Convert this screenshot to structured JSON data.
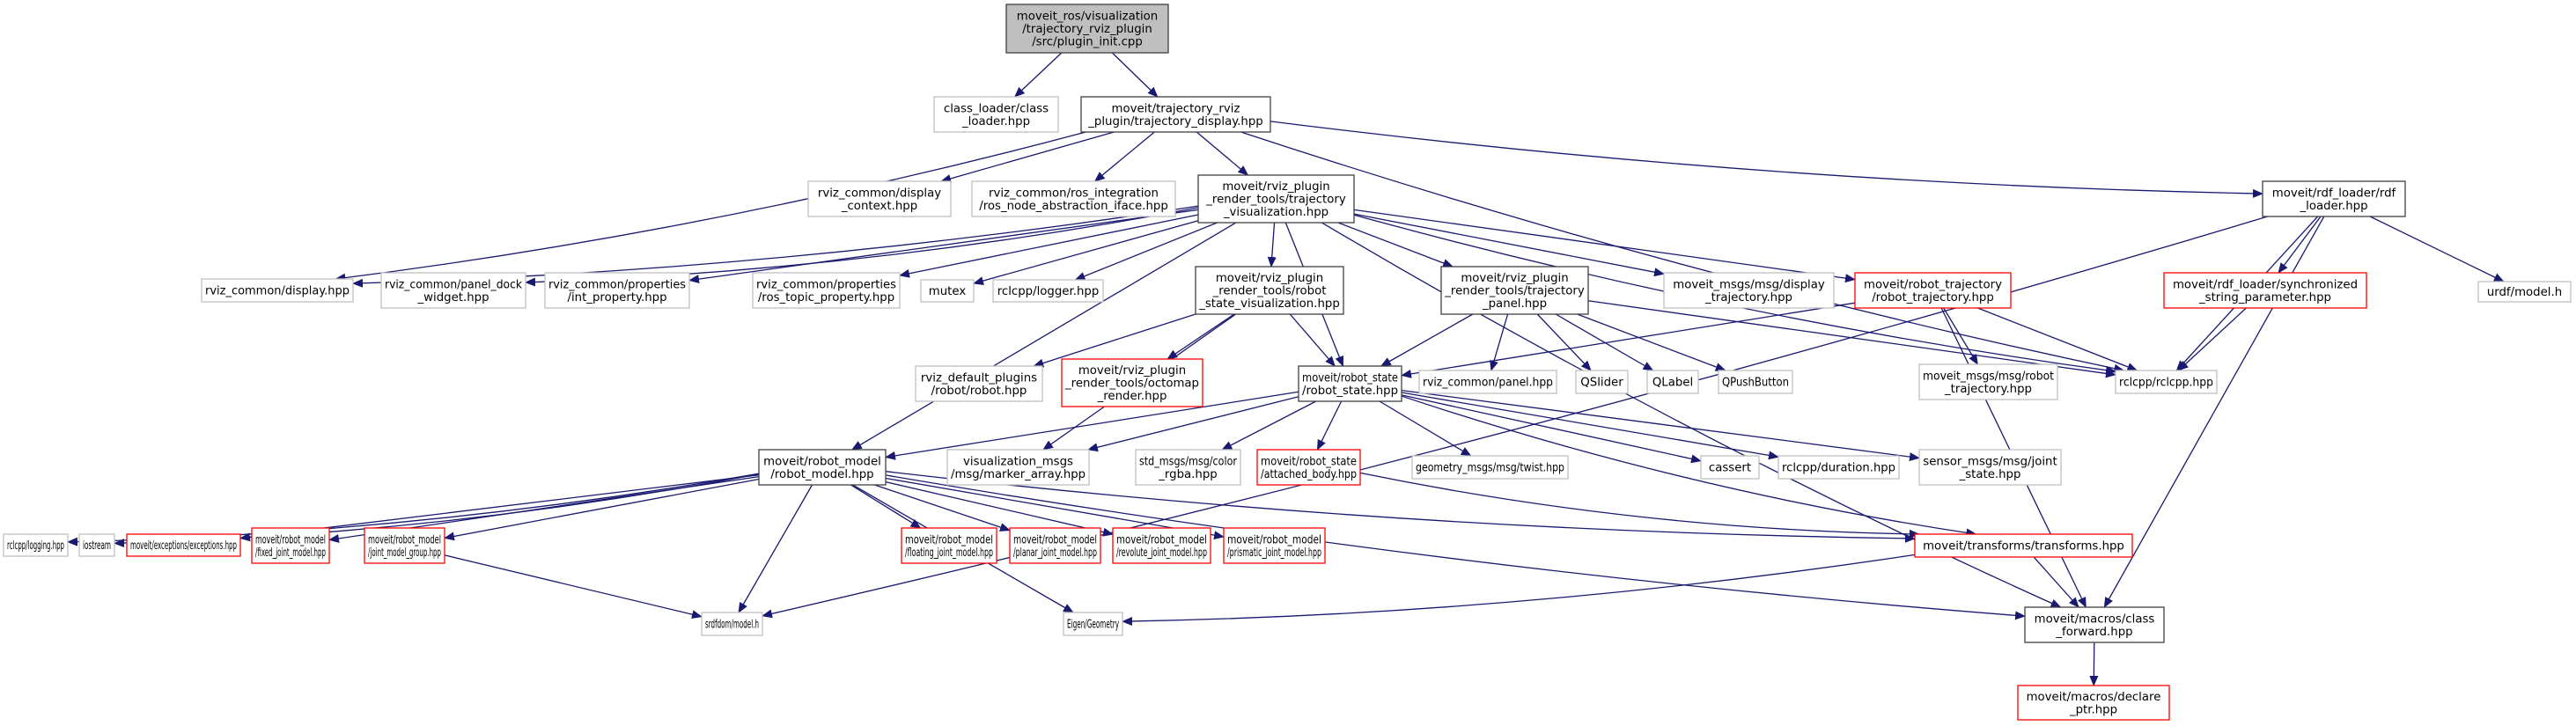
{
  "title": "moveit_ros/visualization/trajectory_rviz_plugin/src/plugin_init.cpp",
  "colors": {
    "edge": "#191970",
    "root_fill": "#bfbfbf",
    "root_border": "#404040",
    "documented_border": "#404040",
    "undocumented_border": "#bfbfbf",
    "truncated_border": "#ff0000",
    "node_fill": "#ffffff"
  },
  "legend_kinds": [
    "root",
    "documented",
    "external",
    "truncated"
  ],
  "nodes": [
    {
      "id": "root",
      "kind": "root",
      "lines": [
        "moveit_ros/visualization",
        "/trajectory_rviz_plugin",
        "/src/plugin_init.cpp"
      ]
    },
    {
      "id": "class_loader",
      "kind": "external",
      "lines": [
        "class_loader/class",
        "_loader.hpp"
      ]
    },
    {
      "id": "traj_display",
      "kind": "documented",
      "lines": [
        "moveit/trajectory_rviz",
        "_plugin/trajectory_display.hpp"
      ]
    },
    {
      "id": "display_context",
      "kind": "external",
      "lines": [
        "rviz_common/display",
        "_context.hpp"
      ]
    },
    {
      "id": "ros_node_iface",
      "kind": "external",
      "lines": [
        "rviz_common/ros_integration",
        "/ros_node_abstraction_iface.hpp"
      ]
    },
    {
      "id": "traj_vis",
      "kind": "documented",
      "lines": [
        "moveit/rviz_plugin",
        "_render_tools/trajectory",
        "_visualization.hpp"
      ]
    },
    {
      "id": "rdf_loader",
      "kind": "documented",
      "lines": [
        "moveit/rdf_loader/rdf",
        "_loader.hpp"
      ]
    },
    {
      "id": "display",
      "kind": "external",
      "lines": [
        "rviz_common/display.hpp"
      ]
    },
    {
      "id": "panel_dock",
      "kind": "external",
      "lines": [
        "rviz_common/panel_dock",
        "_widget.hpp"
      ]
    },
    {
      "id": "int_property",
      "kind": "external",
      "lines": [
        "rviz_common/properties",
        "/int_property.hpp"
      ]
    },
    {
      "id": "ros_topic_property",
      "kind": "external",
      "lines": [
        "rviz_common/properties",
        "/ros_topic_property.hpp"
      ]
    },
    {
      "id": "mutex",
      "kind": "external",
      "lines": [
        "mutex"
      ]
    },
    {
      "id": "logger",
      "kind": "external",
      "lines": [
        "rclcpp/logger.hpp"
      ]
    },
    {
      "id": "robot_state_vis",
      "kind": "documented",
      "lines": [
        "moveit/rviz_plugin",
        "_render_tools/robot",
        "_state_visualization.hpp"
      ]
    },
    {
      "id": "traj_panel",
      "kind": "documented",
      "lines": [
        "moveit/rviz_plugin",
        "_render_tools/trajectory",
        "_panel.hpp"
      ]
    },
    {
      "id": "display_traj_msg",
      "kind": "external",
      "lines": [
        "moveit_msgs/msg/display",
        "_trajectory.hpp"
      ]
    },
    {
      "id": "robot_traj",
      "kind": "truncated",
      "lines": [
        "moveit/robot_trajectory",
        "/robot_trajectory.hpp"
      ]
    },
    {
      "id": "sync_string",
      "kind": "truncated",
      "lines": [
        "moveit/rdf_loader/synchronized",
        "_string_parameter.hpp"
      ]
    },
    {
      "id": "urdf_model",
      "kind": "external",
      "lines": [
        "urdf/model.h"
      ]
    },
    {
      "id": "robot_hpp",
      "kind": "external",
      "lines": [
        "rviz_default_plugins",
        "/robot/robot.hpp"
      ]
    },
    {
      "id": "octomap_render",
      "kind": "truncated",
      "lines": [
        "moveit/rviz_plugin",
        "_render_tools/octomap",
        "_render.hpp"
      ]
    },
    {
      "id": "robot_state",
      "kind": "documented",
      "lines": [
        "moveit/robot_state",
        "/robot_state.hpp"
      ]
    },
    {
      "id": "panel",
      "kind": "external",
      "lines": [
        "rviz_common/panel.hpp"
      ]
    },
    {
      "id": "qslider",
      "kind": "external",
      "lines": [
        "QSlider"
      ]
    },
    {
      "id": "qlabel",
      "kind": "external",
      "lines": [
        "QLabel"
      ]
    },
    {
      "id": "qpushbutton",
      "kind": "external",
      "lines": [
        "QPushButton"
      ]
    },
    {
      "id": "robot_traj_msg",
      "kind": "external",
      "lines": [
        "moveit_msgs/msg/robot",
        "_trajectory.hpp"
      ]
    },
    {
      "id": "rclcpp",
      "kind": "external",
      "lines": [
        "rclcpp/rclcpp.hpp"
      ]
    },
    {
      "id": "robot_model",
      "kind": "documented",
      "lines": [
        "moveit/robot_model",
        "/robot_model.hpp"
      ]
    },
    {
      "id": "marker_array",
      "kind": "external",
      "lines": [
        "visualization_msgs",
        "/msg/marker_array.hpp"
      ]
    },
    {
      "id": "color_rgba",
      "kind": "external",
      "lines": [
        "std_msgs/msg/color",
        "_rgba.hpp"
      ]
    },
    {
      "id": "attached_body",
      "kind": "truncated",
      "lines": [
        "moveit/robot_state",
        "/attached_body.hpp"
      ]
    },
    {
      "id": "twist",
      "kind": "external",
      "lines": [
        "geometry_msgs/msg/twist.hpp"
      ]
    },
    {
      "id": "cassert",
      "kind": "external",
      "lines": [
        "cassert"
      ]
    },
    {
      "id": "duration",
      "kind": "external",
      "lines": [
        "rclcpp/duration.hpp"
      ]
    },
    {
      "id": "joint_state",
      "kind": "external",
      "lines": [
        "sensor_msgs/msg/joint",
        "_state.hpp"
      ]
    },
    {
      "id": "logging",
      "kind": "external",
      "lines": [
        "rclcpp/logging.hpp"
      ]
    },
    {
      "id": "iostream",
      "kind": "external",
      "lines": [
        "iostream"
      ]
    },
    {
      "id": "exceptions",
      "kind": "truncated",
      "lines": [
        "moveit/exceptions/exceptions.hpp"
      ]
    },
    {
      "id": "fixed_joint",
      "kind": "truncated",
      "lines": [
        "moveit/robot_model",
        "/fixed_joint_model.hpp"
      ]
    },
    {
      "id": "joint_group",
      "kind": "truncated",
      "lines": [
        "moveit/robot_model",
        "/joint_model_group.hpp"
      ]
    },
    {
      "id": "floating_joint",
      "kind": "truncated",
      "lines": [
        "moveit/robot_model",
        "/floating_joint_model.hpp"
      ]
    },
    {
      "id": "planar_joint",
      "kind": "truncated",
      "lines": [
        "moveit/robot_model",
        "/planar_joint_model.hpp"
      ]
    },
    {
      "id": "revolute_joint",
      "kind": "truncated",
      "lines": [
        "moveit/robot_model",
        "/revolute_joint_model.hpp"
      ]
    },
    {
      "id": "prismatic_joint",
      "kind": "truncated",
      "lines": [
        "moveit/robot_model",
        "/prismatic_joint_model.hpp"
      ]
    },
    {
      "id": "transforms",
      "kind": "truncated",
      "lines": [
        "moveit/transforms/transforms.hpp"
      ]
    },
    {
      "id": "srdf_model",
      "kind": "external",
      "lines": [
        "srdfdom/model.h"
      ]
    },
    {
      "id": "eigen_geometry",
      "kind": "external",
      "lines": [
        "Eigen/Geometry"
      ]
    },
    {
      "id": "class_forward",
      "kind": "documented",
      "lines": [
        "moveit/macros/class",
        "_forward.hpp"
      ]
    },
    {
      "id": "declare_ptr",
      "kind": "truncated",
      "lines": [
        "moveit/macros/declare",
        "_ptr.hpp"
      ]
    }
  ],
  "edges": [
    [
      "root",
      "class_loader"
    ],
    [
      "root",
      "traj_display"
    ],
    [
      "traj_display",
      "display"
    ],
    [
      "traj_display",
      "display_context"
    ],
    [
      "traj_display",
      "ros_node_iface"
    ],
    [
      "traj_display",
      "traj_vis"
    ],
    [
      "traj_display",
      "rdf_loader"
    ],
    [
      "traj_display",
      "rclcpp"
    ],
    [
      "traj_vis",
      "display"
    ],
    [
      "traj_vis",
      "panel_dock"
    ],
    [
      "traj_vis",
      "int_property"
    ],
    [
      "traj_vis",
      "ros_topic_property"
    ],
    [
      "traj_vis",
      "mutex"
    ],
    [
      "traj_vis",
      "logger"
    ],
    [
      "traj_vis",
      "robot_state_vis"
    ],
    [
      "traj_vis",
      "traj_panel"
    ],
    [
      "traj_vis",
      "display_traj_msg"
    ],
    [
      "traj_vis",
      "robot_traj"
    ],
    [
      "traj_vis",
      "rclcpp"
    ],
    [
      "traj_vis",
      "robot_model"
    ],
    [
      "traj_vis",
      "robot_state"
    ],
    [
      "traj_vis",
      "class_forward"
    ],
    [
      "rdf_loader",
      "sync_string"
    ],
    [
      "rdf_loader",
      "urdf_model"
    ],
    [
      "rdf_loader",
      "rclcpp"
    ],
    [
      "rdf_loader",
      "srdf_model"
    ],
    [
      "rdf_loader",
      "class_forward"
    ],
    [
      "sync_string",
      "rclcpp"
    ],
    [
      "robot_state_vis",
      "robot_hpp"
    ],
    [
      "robot_state_vis",
      "octomap_render"
    ],
    [
      "robot_state_vis",
      "robot_state"
    ],
    [
      "robot_state_vis",
      "marker_array"
    ],
    [
      "traj_panel",
      "robot_state"
    ],
    [
      "traj_panel",
      "panel"
    ],
    [
      "traj_panel",
      "qslider"
    ],
    [
      "traj_panel",
      "qlabel"
    ],
    [
      "traj_panel",
      "qpushbutton"
    ],
    [
      "traj_panel",
      "rclcpp"
    ],
    [
      "robot_traj",
      "robot_state"
    ],
    [
      "robot_traj",
      "robot_traj_msg"
    ],
    [
      "robot_traj",
      "rclcpp"
    ],
    [
      "robot_traj",
      "class_forward"
    ],
    [
      "robot_state",
      "robot_model"
    ],
    [
      "robot_state",
      "marker_array"
    ],
    [
      "robot_state",
      "color_rgba"
    ],
    [
      "robot_state",
      "attached_body"
    ],
    [
      "robot_state",
      "twist"
    ],
    [
      "robot_state",
      "cassert"
    ],
    [
      "robot_state",
      "duration"
    ],
    [
      "robot_state",
      "joint_state"
    ],
    [
      "robot_state",
      "transforms"
    ],
    [
      "attached_body",
      "transforms"
    ],
    [
      "robot_model",
      "logging"
    ],
    [
      "robot_model",
      "iostream"
    ],
    [
      "robot_model",
      "exceptions"
    ],
    [
      "robot_model",
      "fixed_joint"
    ],
    [
      "robot_model",
      "joint_group"
    ],
    [
      "robot_model",
      "floating_joint"
    ],
    [
      "robot_model",
      "planar_joint"
    ],
    [
      "robot_model",
      "revolute_joint"
    ],
    [
      "robot_model",
      "prismatic_joint"
    ],
    [
      "robot_model",
      "srdf_model"
    ],
    [
      "robot_model",
      "eigen_geometry"
    ],
    [
      "robot_model",
      "transforms"
    ],
    [
      "robot_model",
      "class_forward"
    ],
    [
      "joint_group",
      "srdf_model"
    ],
    [
      "transforms",
      "eigen_geometry"
    ],
    [
      "transforms",
      "class_forward"
    ],
    [
      "class_forward",
      "declare_ptr"
    ]
  ]
}
